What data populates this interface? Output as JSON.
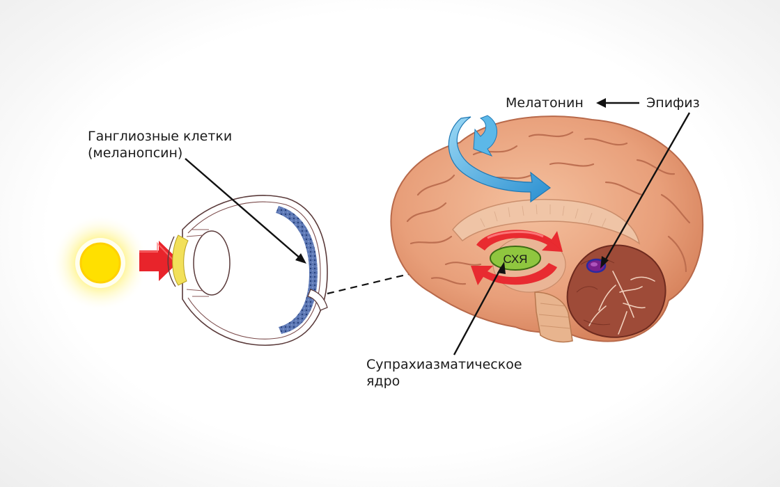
{
  "labels": {
    "ganglion_line1": "Ганглиозные клетки",
    "ganglion_line2": "(меланопсин)",
    "melatonin": "Мелатонин",
    "epiphysis": "Эпифиз",
    "scn_line1": "Супрахиазматическое",
    "scn_line2": "ядро",
    "scn_abbrev": "СХЯ"
  },
  "colors": {
    "sun": "#ffe000",
    "light_arrow": "#e8242b",
    "melatonin_arrow": "#3aa7e0",
    "scn_ring": "#e8242b",
    "scn_core": "#8fc63f",
    "pineal": "#7a1f8c",
    "retina": "#3b5aa0",
    "brain": "#e9a27c"
  }
}
